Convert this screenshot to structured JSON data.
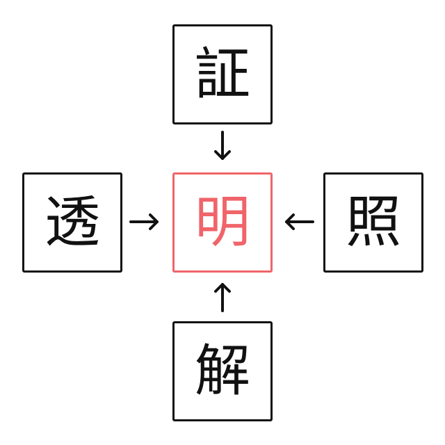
{
  "puzzle": {
    "top": "証",
    "left": "透",
    "center": "明",
    "right": "照",
    "bottom": "解"
  },
  "colors": {
    "border": "#111111",
    "answer": "#f0646a"
  }
}
